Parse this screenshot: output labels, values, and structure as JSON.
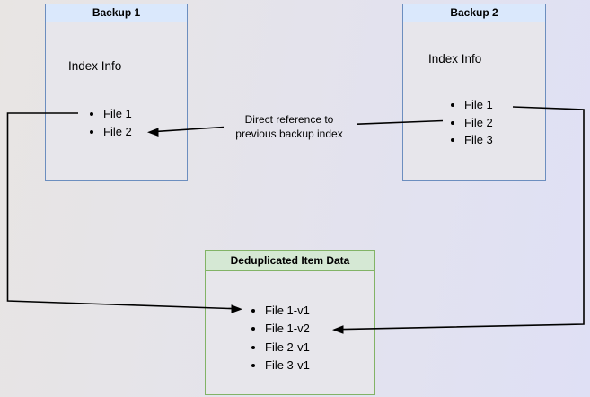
{
  "colors": {
    "bg_left": "#e8e5e3",
    "bg_right": "#dfe0f5",
    "blue_fill": "#dae8fc",
    "blue_border": "#6c8ebf",
    "green_fill": "#d5e8d4",
    "green_border": "#82b366",
    "line": "#000000"
  },
  "boxes": {
    "backup1": {
      "title": "Backup 1",
      "subtitle": "Index Info",
      "items": [
        "File 1",
        "File 2"
      ]
    },
    "backup2": {
      "title": "Backup 2",
      "subtitle": "Index Info",
      "items": [
        "File 1",
        "File 2",
        "File 3"
      ]
    },
    "dedup": {
      "title": "Deduplicated Item Data",
      "items": [
        "File 1-v1",
        "File 1-v2",
        "File 2-v1",
        "File 3-v1"
      ]
    }
  },
  "annotations": {
    "direct_ref_line1": "Direct reference to",
    "direct_ref_line2": "previous backup index"
  }
}
